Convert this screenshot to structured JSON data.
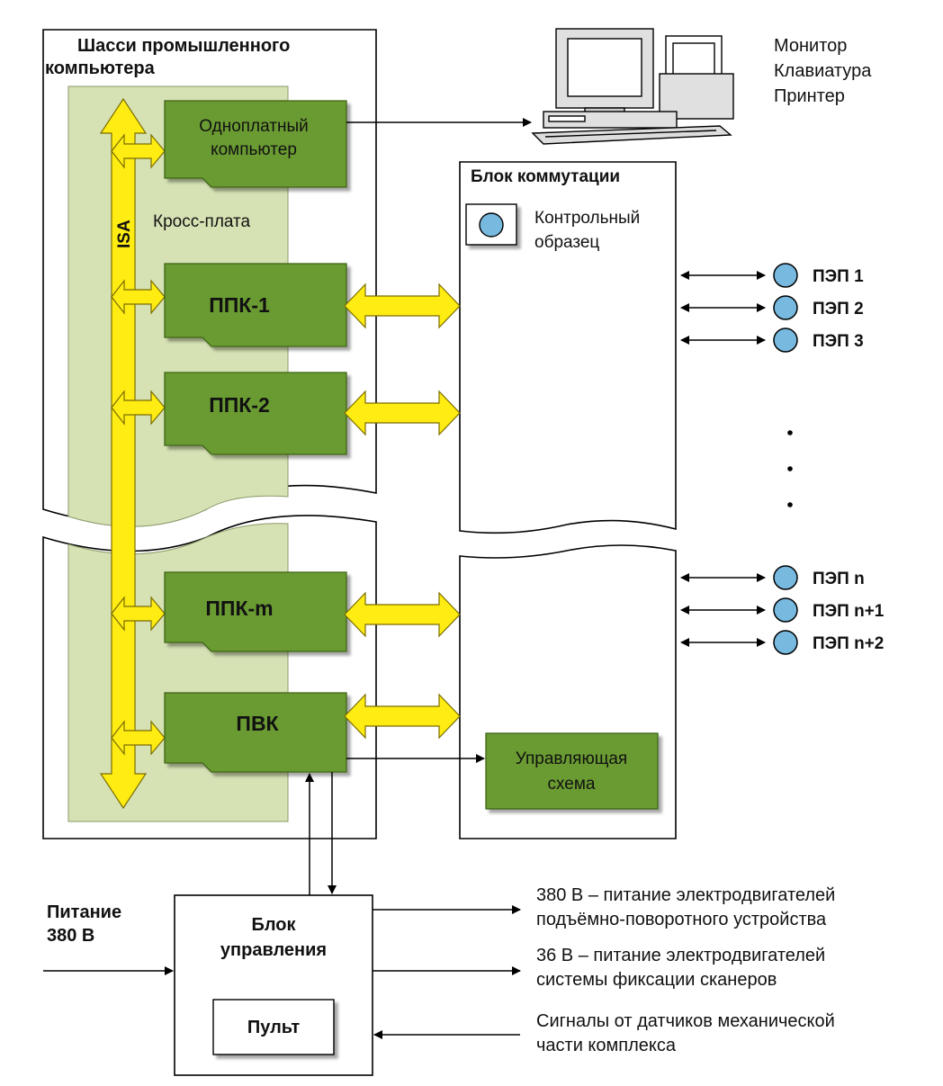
{
  "colors": {
    "board_fill": "#6a9b30",
    "board_edge": "#3e6417",
    "backplane_fill": "#d6e2b4",
    "yellow_arrow": "#ffec13",
    "yellow_edge": "#7a6d00",
    "sensor_fill": "#77b9df",
    "line": "#000000"
  },
  "chassis": {
    "title_line1": "Шасси промышленного",
    "title_line2": "компьютера",
    "backplane_label": "Кросс-плата",
    "bus_label": "ISA"
  },
  "boards": {
    "sbc_line1": "Одноплатный",
    "sbc_line2": "компьютер",
    "ppk1": "ППК-1",
    "ppk2": "ППК-2",
    "ppkm": "ППК-m",
    "pvk": "ПВК"
  },
  "peripherals": {
    "monitor": "Монитор",
    "keyboard": "Клавиатура",
    "printer": "Принтер"
  },
  "switch_unit": {
    "title": "Блок коммутации",
    "reference_line1": "Контрольный",
    "reference_line2": "образец",
    "control_line1": "Управляющая",
    "control_line2": "схема"
  },
  "sensors": [
    "ПЭП 1",
    "ПЭП 2",
    "ПЭП 3",
    "ПЭП n",
    "ПЭП n+1",
    "ПЭП n+2"
  ],
  "control_unit": {
    "title_line1": "Блок",
    "title_line2": "управления",
    "panel": "Пульт"
  },
  "power": {
    "line1": "Питание",
    "line2": "380 В"
  },
  "outputs": {
    "out1_line1": "380 В – питание электродвигателей",
    "out1_line2": "подъёмно-поворотного устройства",
    "out2_line1": "36 В – питание электродвигателей",
    "out2_line2": "системы фиксации сканеров",
    "in_line1": "Сигналы от датчиков механической",
    "in_line2": "части комплекса"
  }
}
